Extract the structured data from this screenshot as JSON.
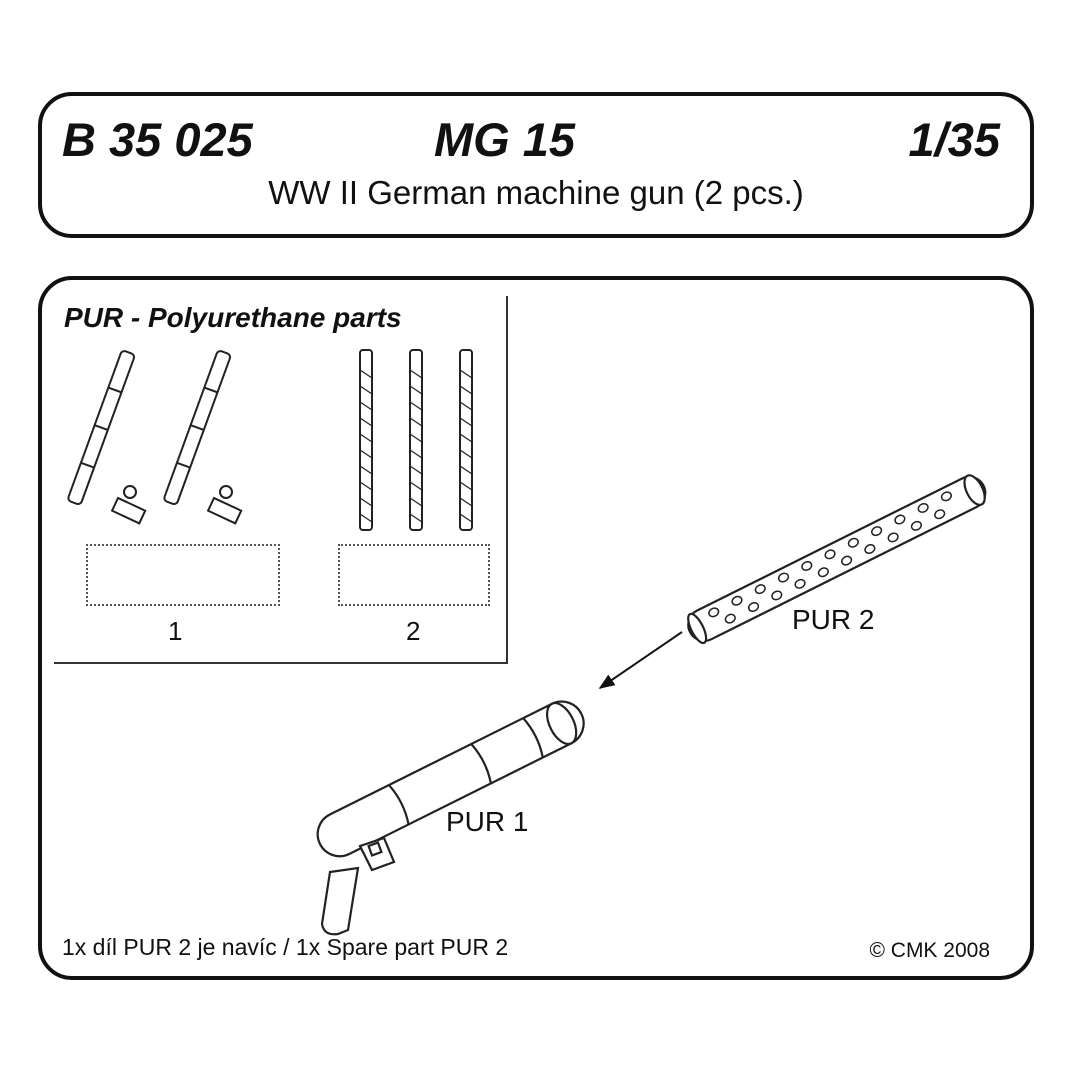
{
  "header": {
    "code": "B 35 025",
    "name": "MG 15",
    "scale": "1/35",
    "subtitle": "WW II German machine gun (2 pcs.)"
  },
  "legend": {
    "title": "PUR - Polyurethane parts",
    "items": [
      {
        "number": "1"
      },
      {
        "number": "2"
      }
    ]
  },
  "parts": {
    "pur1_label": "PUR 1",
    "pur2_label": "PUR 2"
  },
  "footer": {
    "spare_note": "1x díl PUR 2 je navíc / 1x Spare part PUR 2",
    "copyright": "© CMK 2008"
  }
}
